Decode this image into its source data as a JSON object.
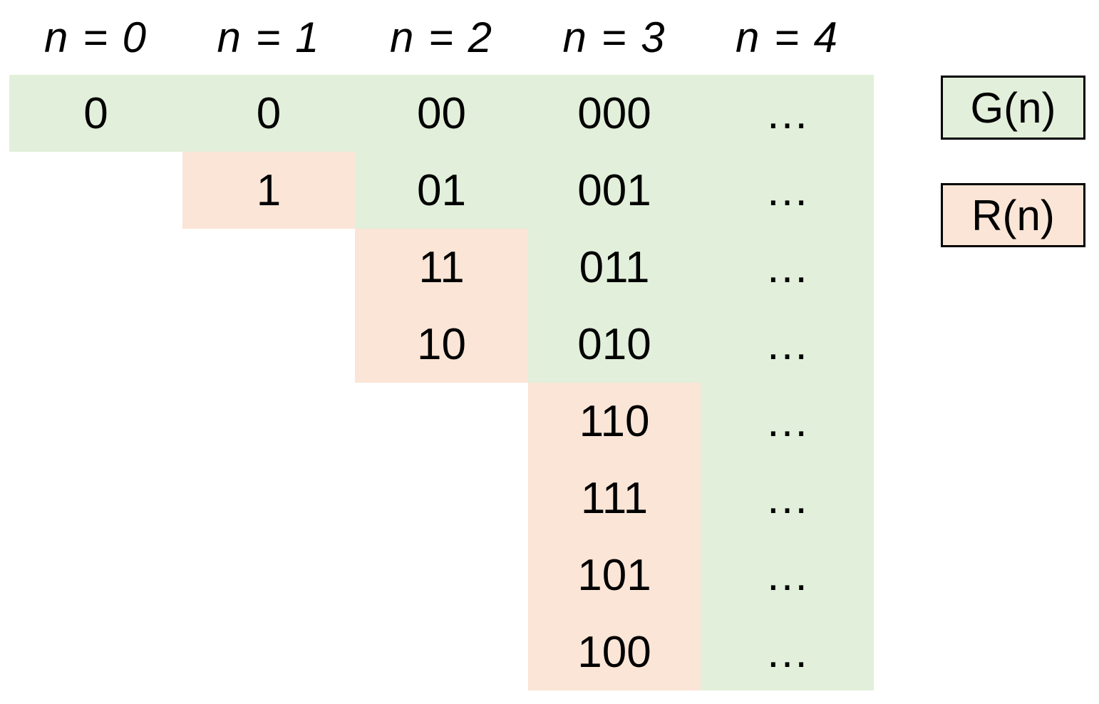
{
  "colors": {
    "g_fill": "#E2EFDA",
    "r_fill": "#FBE5D6",
    "text": "#000000",
    "legend_border": "#000000"
  },
  "column_headers": [
    "n = 0",
    "n = 1",
    "n = 2",
    "n = 3",
    "n = 4"
  ],
  "legend": {
    "g_label": "G(n)",
    "r_label": "R(n)"
  },
  "table": {
    "cells": [
      {
        "col": 0,
        "row": 0,
        "series": "G",
        "text": "0"
      },
      {
        "col": 1,
        "row": 0,
        "series": "G",
        "text": "0"
      },
      {
        "col": 2,
        "row": 0,
        "series": "G",
        "text": "00"
      },
      {
        "col": 3,
        "row": 0,
        "series": "G",
        "text": "000"
      },
      {
        "col": 4,
        "row": 0,
        "series": "G",
        "text": "…"
      },
      {
        "col": 1,
        "row": 1,
        "series": "R",
        "text": "1"
      },
      {
        "col": 2,
        "row": 1,
        "series": "G",
        "text": "01"
      },
      {
        "col": 3,
        "row": 1,
        "series": "G",
        "text": "001"
      },
      {
        "col": 4,
        "row": 1,
        "series": "G",
        "text": "…"
      },
      {
        "col": 2,
        "row": 2,
        "series": "R",
        "text": "11"
      },
      {
        "col": 3,
        "row": 2,
        "series": "G",
        "text": "011"
      },
      {
        "col": 4,
        "row": 2,
        "series": "G",
        "text": "…"
      },
      {
        "col": 2,
        "row": 3,
        "series": "R",
        "text": "10"
      },
      {
        "col": 3,
        "row": 3,
        "series": "G",
        "text": "010"
      },
      {
        "col": 4,
        "row": 3,
        "series": "G",
        "text": "…"
      },
      {
        "col": 3,
        "row": 4,
        "series": "R",
        "text": "110"
      },
      {
        "col": 4,
        "row": 4,
        "series": "G",
        "text": "…"
      },
      {
        "col": 3,
        "row": 5,
        "series": "R",
        "text": "111"
      },
      {
        "col": 4,
        "row": 5,
        "series": "G",
        "text": "…"
      },
      {
        "col": 3,
        "row": 6,
        "series": "R",
        "text": "101"
      },
      {
        "col": 4,
        "row": 6,
        "series": "G",
        "text": "…"
      },
      {
        "col": 3,
        "row": 7,
        "series": "R",
        "text": "100"
      },
      {
        "col": 4,
        "row": 7,
        "series": "G",
        "text": "…"
      }
    ]
  }
}
